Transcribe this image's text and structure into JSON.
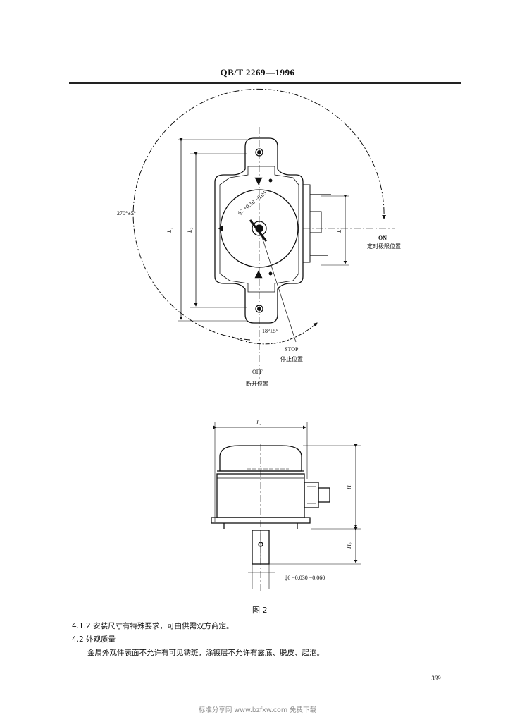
{
  "header": {
    "standard_code": "QB/T 2269—1996"
  },
  "figure_top": {
    "angle_label": "270°±5°",
    "on_label": "ON",
    "on_caption": "定时极限位置",
    "stop_angle_label": "18°±5°",
    "stop_label": "STOP",
    "stop_caption": "停止位置",
    "off_label": "OFF",
    "off_caption": "断开位置",
    "dim_L1": "L₁",
    "dim_L2": "L₂",
    "dim_L3": "L₃",
    "hole_dia": "ϕ2 +0.10 −0.05"
  },
  "figure_bottom": {
    "dim_L4": "L₄",
    "dim_H1": "H₁",
    "dim_H2": "H₂",
    "shaft_dia": "ϕ6 −0.030 −0.060"
  },
  "caption": "图 2",
  "paragraphs": {
    "p1": "4.1.2  安装尺寸有特殊要求，可由供需双方商定。",
    "p2": "4.2  外观质量",
    "p3": "金属外观件表面不允许有可见锈斑，涂镀层不允许有露底、脱皮、起泡。"
  },
  "page_number": "389",
  "footer": "标准分享网 www.bzfxw.com 免费下载"
}
